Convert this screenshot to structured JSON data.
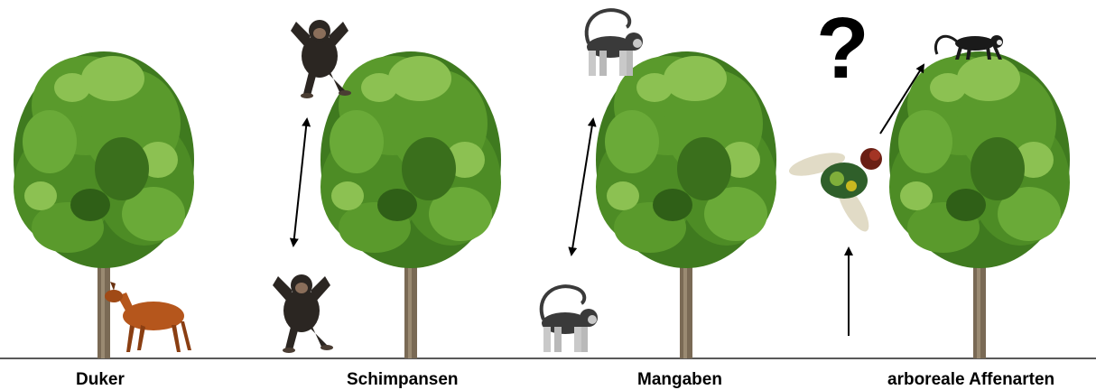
{
  "labels": {
    "duker": "Duker",
    "schimpansen": "Schimpansen",
    "mangaben": "Mangaben",
    "arboreal": "arboreale Affenarten"
  },
  "question_mark": "?",
  "icons": [
    "tree-icon",
    "duiker-icon",
    "chimpanzee-icon",
    "mangabey-icon",
    "fly-icon",
    "arboreal-monkey-icon",
    "double-arrow-icon",
    "arrow-icon"
  ],
  "colors": {
    "foliage_dark": "#3f7a1f",
    "foliage_mid": "#5a9a2c",
    "foliage_light": "#8cc152",
    "trunk": "#7a6a55",
    "ground": "#222222",
    "duiker": "#b5561c",
    "chimp": "#2b2622",
    "mangabey": "#3a3a3a",
    "mangabey_light": "#c9c9c9",
    "fly_body": "#2f5f2a"
  }
}
